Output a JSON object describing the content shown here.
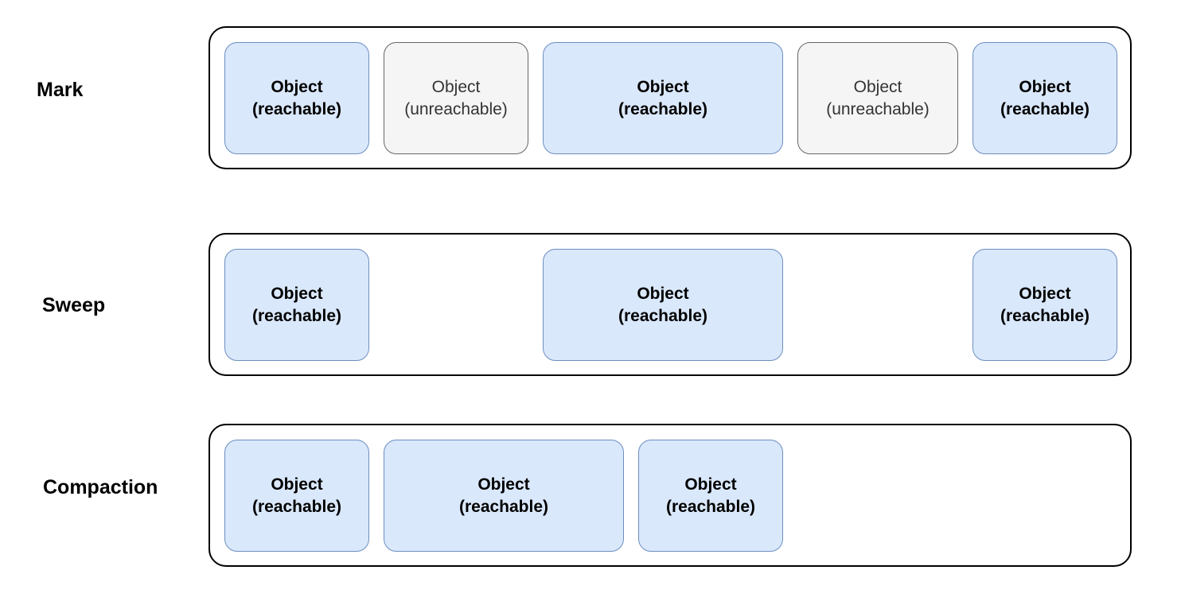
{
  "phases": [
    {
      "label": "Mark",
      "objects": [
        {
          "line1": "Object",
          "line2": "(reachable)",
          "state": "reachable"
        },
        {
          "line1": "Object",
          "line2": "(unreachable)",
          "state": "unreachable"
        },
        {
          "line1": "Object",
          "line2": "(reachable)",
          "state": "reachable"
        },
        {
          "line1": "Object",
          "line2": "(unreachable)",
          "state": "unreachable"
        },
        {
          "line1": "Object",
          "line2": "(reachable)",
          "state": "reachable"
        }
      ]
    },
    {
      "label": "Sweep",
      "objects": [
        {
          "line1": "Object",
          "line2": "(reachable)",
          "state": "reachable"
        },
        {
          "line1": "Object",
          "line2": "(reachable)",
          "state": "reachable"
        },
        {
          "line1": "Object",
          "line2": "(reachable)",
          "state": "reachable"
        }
      ]
    },
    {
      "label": "Compaction",
      "objects": [
        {
          "line1": "Object",
          "line2": "(reachable)",
          "state": "reachable"
        },
        {
          "line1": "Object",
          "line2": "(reachable)",
          "state": "reachable"
        },
        {
          "line1": "Object",
          "line2": "(reachable)",
          "state": "reachable"
        }
      ]
    }
  ],
  "colors": {
    "reachable_fill": "#dae8fc",
    "reachable_border": "#6c8ebf",
    "unreachable_fill": "#f5f5f5",
    "unreachable_border": "#666666"
  }
}
